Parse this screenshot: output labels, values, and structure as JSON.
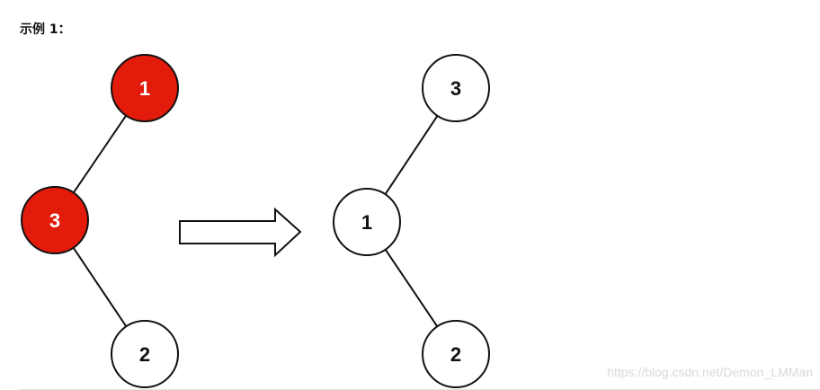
{
  "heading": "示例 1：",
  "watermark": "https://blog.csdn.net/Demon_LMMan",
  "colors": {
    "highlight_fill": "#e21b0b",
    "normal_fill": "#ffffff",
    "stroke": "#111111",
    "highlight_text": "#ffffff",
    "normal_text": "#111111"
  },
  "before_tree": {
    "nodes": [
      {
        "id": "b1",
        "label": "1",
        "highlighted": true
      },
      {
        "id": "b3",
        "label": "3",
        "highlighted": true
      },
      {
        "id": "b2",
        "label": "2",
        "highlighted": false
      }
    ],
    "edges": [
      [
        "b1",
        "b3"
      ],
      [
        "b3",
        "b2"
      ]
    ]
  },
  "after_tree": {
    "nodes": [
      {
        "id": "a3",
        "label": "3",
        "highlighted": false
      },
      {
        "id": "a1",
        "label": "1",
        "highlighted": false
      },
      {
        "id": "a2",
        "label": "2",
        "highlighted": false
      }
    ],
    "edges": [
      [
        "a3",
        "a1"
      ],
      [
        "a1",
        "a2"
      ]
    ]
  },
  "arrow_icon": "right-arrow-icon"
}
